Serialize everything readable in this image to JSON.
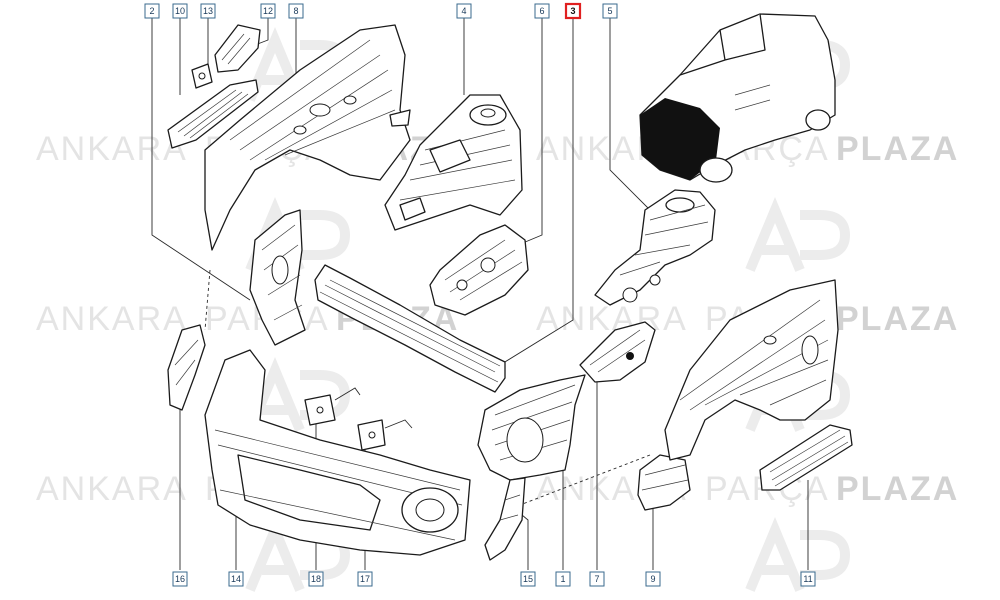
{
  "watermark": {
    "word_light_1": "ANKARA",
    "word_light_2": "PARÇA",
    "word_bold": "PLAZA",
    "color": "#d9d9d9"
  },
  "callouts": [
    {
      "id": "c2",
      "label": "2"
    },
    {
      "id": "c10",
      "label": "10"
    },
    {
      "id": "c13",
      "label": "13"
    },
    {
      "id": "c12",
      "label": "12"
    },
    {
      "id": "c8",
      "label": "8"
    },
    {
      "id": "c4",
      "label": "4"
    },
    {
      "id": "c6",
      "label": "6"
    },
    {
      "id": "c3",
      "label": "3",
      "highlighted": true
    },
    {
      "id": "c5",
      "label": "5"
    },
    {
      "id": "c16",
      "label": "16"
    },
    {
      "id": "c14",
      "label": "14"
    },
    {
      "id": "c18",
      "label": "18"
    },
    {
      "id": "c17",
      "label": "17"
    },
    {
      "id": "c15",
      "label": "15"
    },
    {
      "id": "c1",
      "label": "1"
    },
    {
      "id": "c7",
      "label": "7"
    },
    {
      "id": "c9",
      "label": "9"
    },
    {
      "id": "c11",
      "label": "11"
    }
  ],
  "colors": {
    "highlight": "#e02020",
    "callout_border": "#3a6a8e",
    "line_art": "#1b1b1b",
    "vehicle_front_fill": "#111111"
  }
}
